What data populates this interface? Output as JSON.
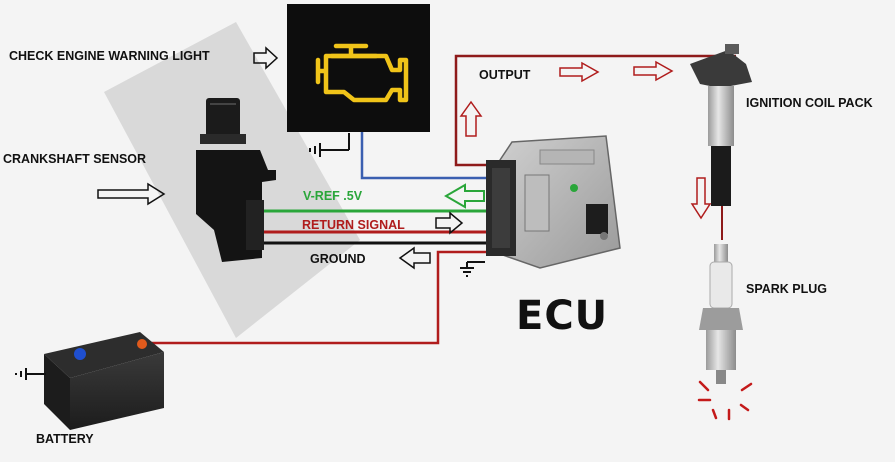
{
  "labels": {
    "check_engine": "CHECK ENGINE WARNING LIGHT",
    "crankshaft": "CRANKSHAFT SENSOR",
    "vref": "V-REF .5V",
    "return_signal": "RETURN SIGNAL",
    "ground": "GROUND",
    "output": "OUTPUT",
    "ignition_coil": "IGNITION COIL PACK",
    "spark_plug": "SPARK PLUG",
    "battery": "BATTERY",
    "ecu": "ECU"
  },
  "colors": {
    "background": "#f4f4f4",
    "wire_red": "#b01c1c",
    "wire_dark_red": "#8e1a1a",
    "wire_green": "#2aa63a",
    "wire_blue": "#3a5fb0",
    "wire_black": "#111111",
    "engine_light": "#f0c419",
    "warning_panel": "#0d0d0d"
  },
  "icons": [
    "check-engine-icon",
    "crankshaft-sensor-icon",
    "ecu-module-icon",
    "ignition-coil-icon",
    "spark-plug-icon",
    "battery-icon",
    "ground-symbol-icon"
  ]
}
